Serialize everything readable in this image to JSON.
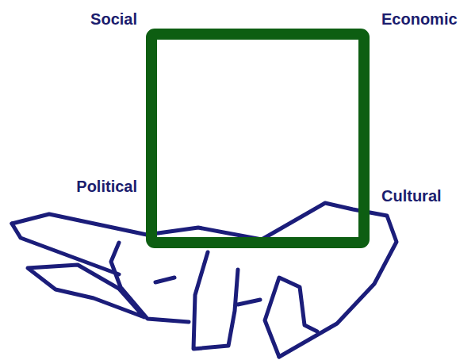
{
  "diagram": {
    "labels": [
      "Social",
      "Economic",
      "Political",
      "Cultural"
    ]
  }
}
